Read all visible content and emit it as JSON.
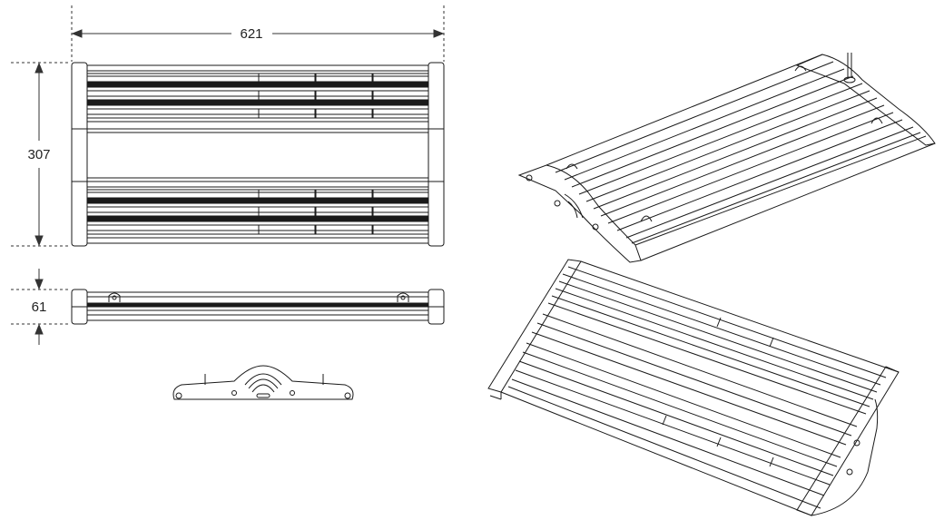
{
  "dimensions": {
    "width_label": "621",
    "height_label": "307",
    "depth_label": "61"
  },
  "colors": {
    "line": "#1a1a1a",
    "dim_line": "#333333",
    "background": "#ffffff"
  }
}
